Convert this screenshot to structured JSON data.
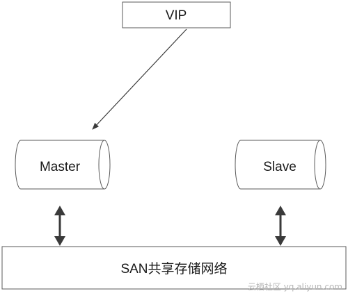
{
  "nodes": {
    "vip": {
      "label": "VIP"
    },
    "master": {
      "label": "Master"
    },
    "slave": {
      "label": "Slave"
    },
    "san": {
      "label": "SAN共享存储网络"
    }
  },
  "edges": [
    {
      "from": "vip",
      "to": "master",
      "type": "arrow"
    },
    {
      "from": "master",
      "to": "san",
      "type": "double-arrow"
    },
    {
      "from": "slave",
      "to": "san",
      "type": "double-arrow"
    }
  ],
  "watermark": {
    "text": "云栖社区 yq.aliyun.com"
  },
  "colors": {
    "stroke": "#5a5a5a",
    "fill": "#ffffff",
    "arrow": "#3a3a3a",
    "text": "#1a1a1a"
  }
}
